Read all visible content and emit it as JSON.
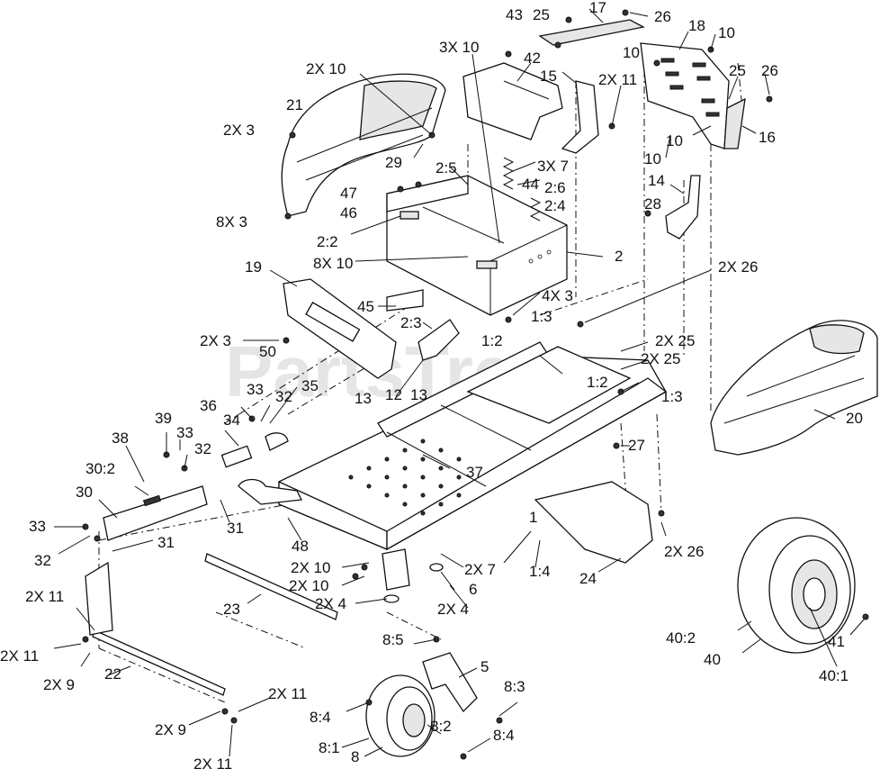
{
  "diagram": {
    "watermark": "PartsTree",
    "labels": [
      {
        "id": "l17",
        "text": "17"
      },
      {
        "id": "l25a",
        "text": "25"
      },
      {
        "id": "l43",
        "text": "43"
      },
      {
        "id": "l26a",
        "text": "26"
      },
      {
        "id": "l18",
        "text": "18"
      },
      {
        "id": "l10a",
        "text": "10"
      },
      {
        "id": "l3x10",
        "text": "3X 10"
      },
      {
        "id": "l42",
        "text": "42"
      },
      {
        "id": "l10b",
        "text": "10"
      },
      {
        "id": "l2x10a",
        "text": "2X 10"
      },
      {
        "id": "l15",
        "text": "15"
      },
      {
        "id": "l2x11a",
        "text": "2X 11"
      },
      {
        "id": "l25b",
        "text": "25"
      },
      {
        "id": "l26b",
        "text": "26"
      },
      {
        "id": "l21",
        "text": "21"
      },
      {
        "id": "l2x3a",
        "text": "2X 3"
      },
      {
        "id": "l16",
        "text": "16"
      },
      {
        "id": "l10c",
        "text": "10"
      },
      {
        "id": "l10d",
        "text": "10"
      },
      {
        "id": "l29",
        "text": "29"
      },
      {
        "id": "l25c",
        "text": "2:5"
      },
      {
        "id": "l3x7",
        "text": "3X 7"
      },
      {
        "id": "l14",
        "text": "14"
      },
      {
        "id": "l47",
        "text": "47"
      },
      {
        "id": "l44",
        "text": "44"
      },
      {
        "id": "l26c",
        "text": "2:6"
      },
      {
        "id": "l46",
        "text": "46"
      },
      {
        "id": "l24c",
        "text": "2:4"
      },
      {
        "id": "l28",
        "text": "28"
      },
      {
        "id": "l8x3",
        "text": "8X 3"
      },
      {
        "id": "l22c",
        "text": "2:2"
      },
      {
        "id": "l8x10",
        "text": "8X 10"
      },
      {
        "id": "l2",
        "text": "2"
      },
      {
        "id": "l19",
        "text": "19"
      },
      {
        "id": "l2x26a",
        "text": "2X 26"
      },
      {
        "id": "l4x3",
        "text": "4X 3"
      },
      {
        "id": "l45",
        "text": "45"
      },
      {
        "id": "l13a",
        "text": "1:3"
      },
      {
        "id": "l23c",
        "text": "2:3"
      },
      {
        "id": "l2x3b",
        "text": "2X 3"
      },
      {
        "id": "l50",
        "text": "50"
      },
      {
        "id": "l12c",
        "text": "1:2"
      },
      {
        "id": "l2x25a",
        "text": "2X 25"
      },
      {
        "id": "l2x25b",
        "text": "2X 25"
      },
      {
        "id": "l12",
        "text": "12"
      },
      {
        "id": "l13b",
        "text": "13"
      },
      {
        "id": "l12d",
        "text": "1:2"
      },
      {
        "id": "l13d",
        "text": "1:3"
      },
      {
        "id": "l13",
        "text": "13"
      },
      {
        "id": "l33a",
        "text": "33"
      },
      {
        "id": "l32a",
        "text": "32"
      },
      {
        "id": "l36",
        "text": "36"
      },
      {
        "id": "l34",
        "text": "34"
      },
      {
        "id": "l35",
        "text": "35"
      },
      {
        "id": "l20",
        "text": "20"
      },
      {
        "id": "l39",
        "text": "39"
      },
      {
        "id": "l33b",
        "text": "33"
      },
      {
        "id": "l27",
        "text": "27"
      },
      {
        "id": "l38",
        "text": "38"
      },
      {
        "id": "l32b",
        "text": "32"
      },
      {
        "id": "l37",
        "text": "37"
      },
      {
        "id": "l302",
        "text": "30:2"
      },
      {
        "id": "l30",
        "text": "30"
      },
      {
        "id": "l1",
        "text": "1"
      },
      {
        "id": "l31a",
        "text": "31"
      },
      {
        "id": "l33c",
        "text": "33"
      },
      {
        "id": "l31b",
        "text": "31"
      },
      {
        "id": "l32c",
        "text": "32"
      },
      {
        "id": "l48",
        "text": "48"
      },
      {
        "id": "l2x10b",
        "text": "2X 10"
      },
      {
        "id": "l2x7",
        "text": "2X 7"
      },
      {
        "id": "l14c",
        "text": "1:4"
      },
      {
        "id": "l24",
        "text": "24"
      },
      {
        "id": "l2x26b",
        "text": "2X 26"
      },
      {
        "id": "l2x10c",
        "text": "2X 10"
      },
      {
        "id": "l6",
        "text": "6"
      },
      {
        "id": "l2x11b",
        "text": "2X 11"
      },
      {
        "id": "l23",
        "text": "23"
      },
      {
        "id": "l2x4a",
        "text": "2X 4"
      },
      {
        "id": "l2x4b",
        "text": "2X 4"
      },
      {
        "id": "l402",
        "text": "40:2"
      },
      {
        "id": "l41",
        "text": "41"
      },
      {
        "id": "l2x11c",
        "text": "2X 11"
      },
      {
        "id": "l40",
        "text": "40"
      },
      {
        "id": "l85",
        "text": "8:5"
      },
      {
        "id": "l5",
        "text": "5"
      },
      {
        "id": "l401",
        "text": "40:1"
      },
      {
        "id": "l2x9a",
        "text": "2X 9"
      },
      {
        "id": "l22",
        "text": "22"
      },
      {
        "id": "l83",
        "text": "8:3"
      },
      {
        "id": "l2x11d",
        "text": "2X 11"
      },
      {
        "id": "l84a",
        "text": "8:4"
      },
      {
        "id": "l2x9b",
        "text": "2X 9"
      },
      {
        "id": "l82",
        "text": "8:2"
      },
      {
        "id": "l84b",
        "text": "8:4"
      },
      {
        "id": "l81",
        "text": "8:1"
      },
      {
        "id": "l8",
        "text": "8"
      },
      {
        "id": "l2x11e",
        "text": "2X 11"
      }
    ]
  }
}
